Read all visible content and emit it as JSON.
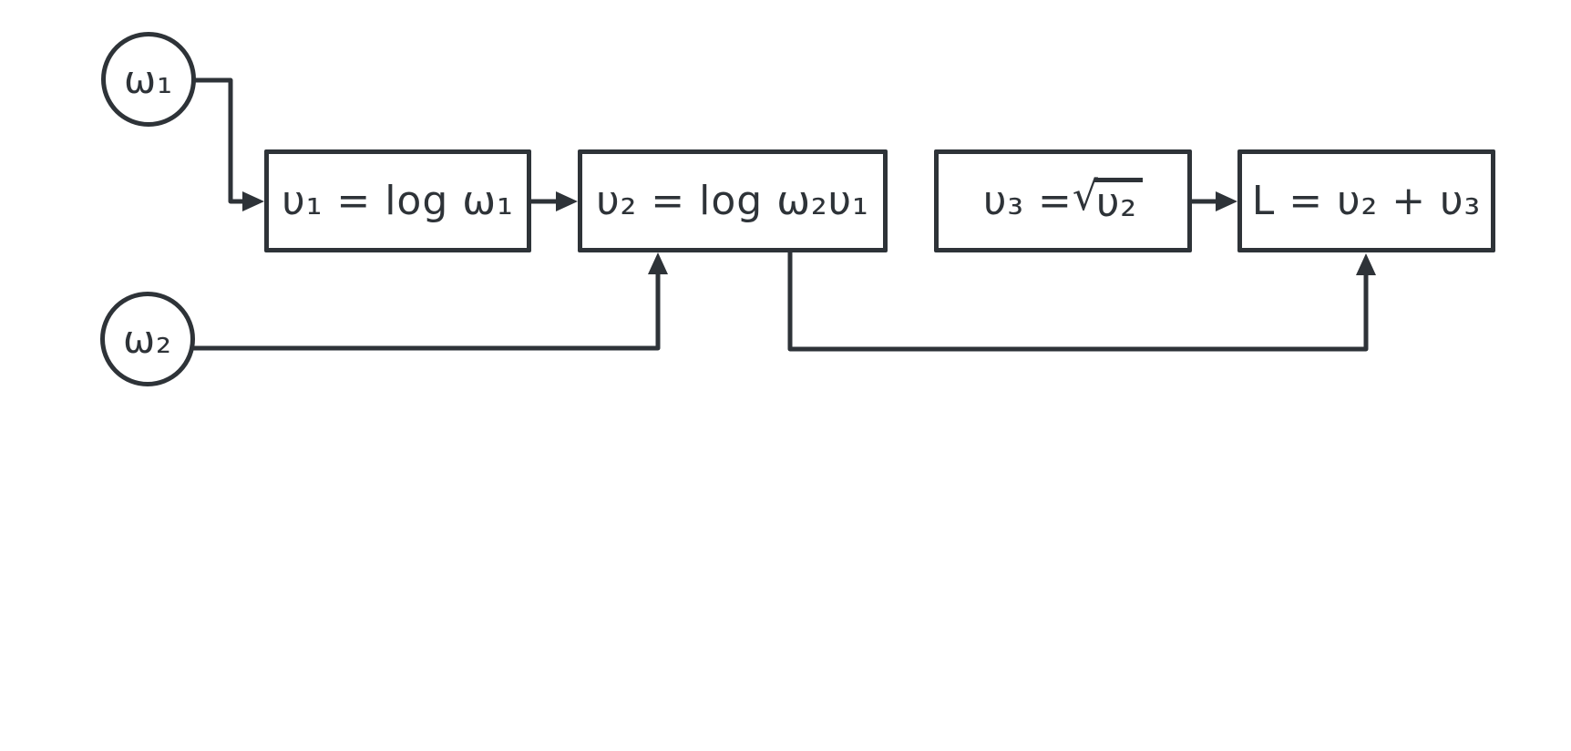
{
  "title": "computational-graph-diagram",
  "colors": {
    "stroke": "#2e3338",
    "background": "#ffffff",
    "node_fill": "#ffffff"
  },
  "diagram": {
    "inputs": [
      {
        "id": "omega1",
        "label": "ω₁"
      },
      {
        "id": "omega2",
        "label": "ω₂"
      }
    ],
    "nodes": [
      {
        "id": "v1",
        "label": "υ₁ = log ω₁"
      },
      {
        "id": "v2",
        "label": "υ₂ = log ω₂υ₁"
      },
      {
        "id": "v3",
        "label": "υ₃ = √υ₂",
        "prefix": "υ₃ = ",
        "radical": "√",
        "radicand": "υ₂"
      },
      {
        "id": "L",
        "label": "L = υ₂ + υ₃"
      }
    ],
    "edges": [
      {
        "from": "ω₁",
        "to": "υ₁"
      },
      {
        "from": "υ₁",
        "to": "υ₂"
      },
      {
        "from": "ω₂",
        "to": "υ₂"
      },
      {
        "from": "υ₂",
        "to": "υ₃"
      },
      {
        "from": "υ₂",
        "to": "L"
      },
      {
        "from": "υ₃",
        "to": "L"
      }
    ]
  }
}
